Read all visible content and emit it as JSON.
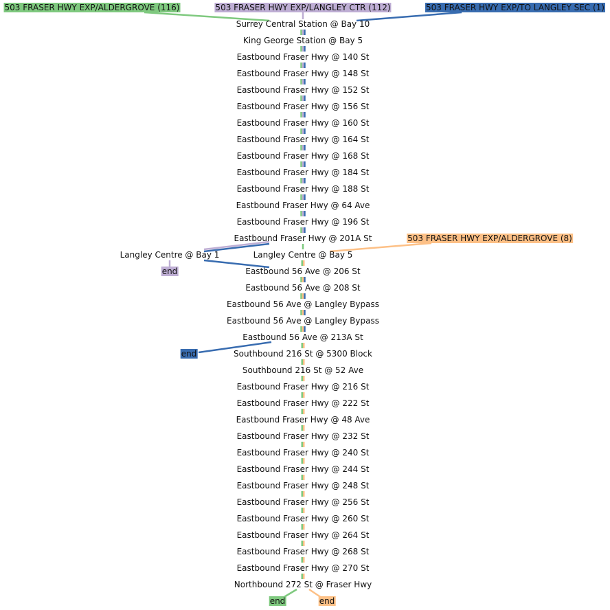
{
  "colors": {
    "green": "#7fc97f",
    "purple": "#beaed4",
    "orange": "#fdc086",
    "blue": "#386cb0"
  },
  "routes": [
    {
      "id": "green",
      "label": "503 FRASER HWY EXP/ALDERGROVE (116)",
      "color": "#7fc97f"
    },
    {
      "id": "purple",
      "label": "503 FRASER HWY EXP/LANGLEY CTR (112)",
      "color": "#beaed4"
    },
    {
      "id": "blue",
      "label": "503 FRASER HWY EXP/TO LANGLEY SEC (1)",
      "color": "#386cb0"
    },
    {
      "id": "orange",
      "label": "503 FRASER HWY EXP/ALDERGROVE (8)",
      "color": "#fdc086"
    }
  ],
  "stops": [
    "Surrey Central Station @ Bay 10",
    "King George Station @ Bay 5",
    "Eastbound Fraser Hwy @ 140 St",
    "Eastbound Fraser Hwy @ 148 St",
    "Eastbound Fraser Hwy @ 152 St",
    "Eastbound Fraser Hwy @ 156 St",
    "Eastbound Fraser Hwy @ 160 St",
    "Eastbound Fraser Hwy @ 164 St",
    "Eastbound Fraser Hwy @ 168 St",
    "Eastbound Fraser Hwy @ 184 St",
    "Eastbound Fraser Hwy @ 188 St",
    "Eastbound Fraser Hwy @ 64 Ave",
    "Eastbound Fraser Hwy @ 196 St",
    "Eastbound Fraser Hwy @ 201A St",
    "Langley Centre @ Bay 5",
    "Eastbound 56 Ave @ 206 St",
    "Eastbound 56 Ave @ 208 St",
    "Eastbound 56 Ave @ Langley Bypass",
    "Eastbound 56 Ave @ Langley Bypass",
    "Eastbound 56 Ave @ 213A St",
    "Southbound 216 St @ 5300 Block",
    "Southbound 216 St @ 52 Ave",
    "Eastbound Fraser Hwy @ 216 St",
    "Eastbound Fraser Hwy @ 222 St",
    "Eastbound Fraser Hwy @ 48 Ave",
    "Eastbound Fraser Hwy @ 232 St",
    "Eastbound Fraser Hwy @ 240 St",
    "Eastbound Fraser Hwy @ 244 St",
    "Eastbound Fraser Hwy @ 248 St",
    "Eastbound Fraser Hwy @ 256 St",
    "Eastbound Fraser Hwy @ 260 St",
    "Eastbound Fraser Hwy @ 264 St",
    "Eastbound Fraser Hwy @ 268 St",
    "Eastbound Fraser Hwy @ 270 St",
    "Northbound 272 St @ Fraser Hwy"
  ],
  "side_stop": "Langley Centre @ Bay 1",
  "end_label": "end",
  "segments": [
    {
      "from": 0,
      "to": 13,
      "routes": [
        "green",
        "purple",
        "blue"
      ]
    },
    {
      "from": 13,
      "to": 14,
      "routes": [
        "green"
      ]
    },
    {
      "from": 14,
      "to": 15,
      "routes": [
        "green",
        "orange"
      ]
    },
    {
      "from": 15,
      "to": 19,
      "routes": [
        "green",
        "orange",
        "blue"
      ]
    },
    {
      "from": 19,
      "to": 34,
      "routes": [
        "green",
        "orange"
      ]
    }
  ]
}
